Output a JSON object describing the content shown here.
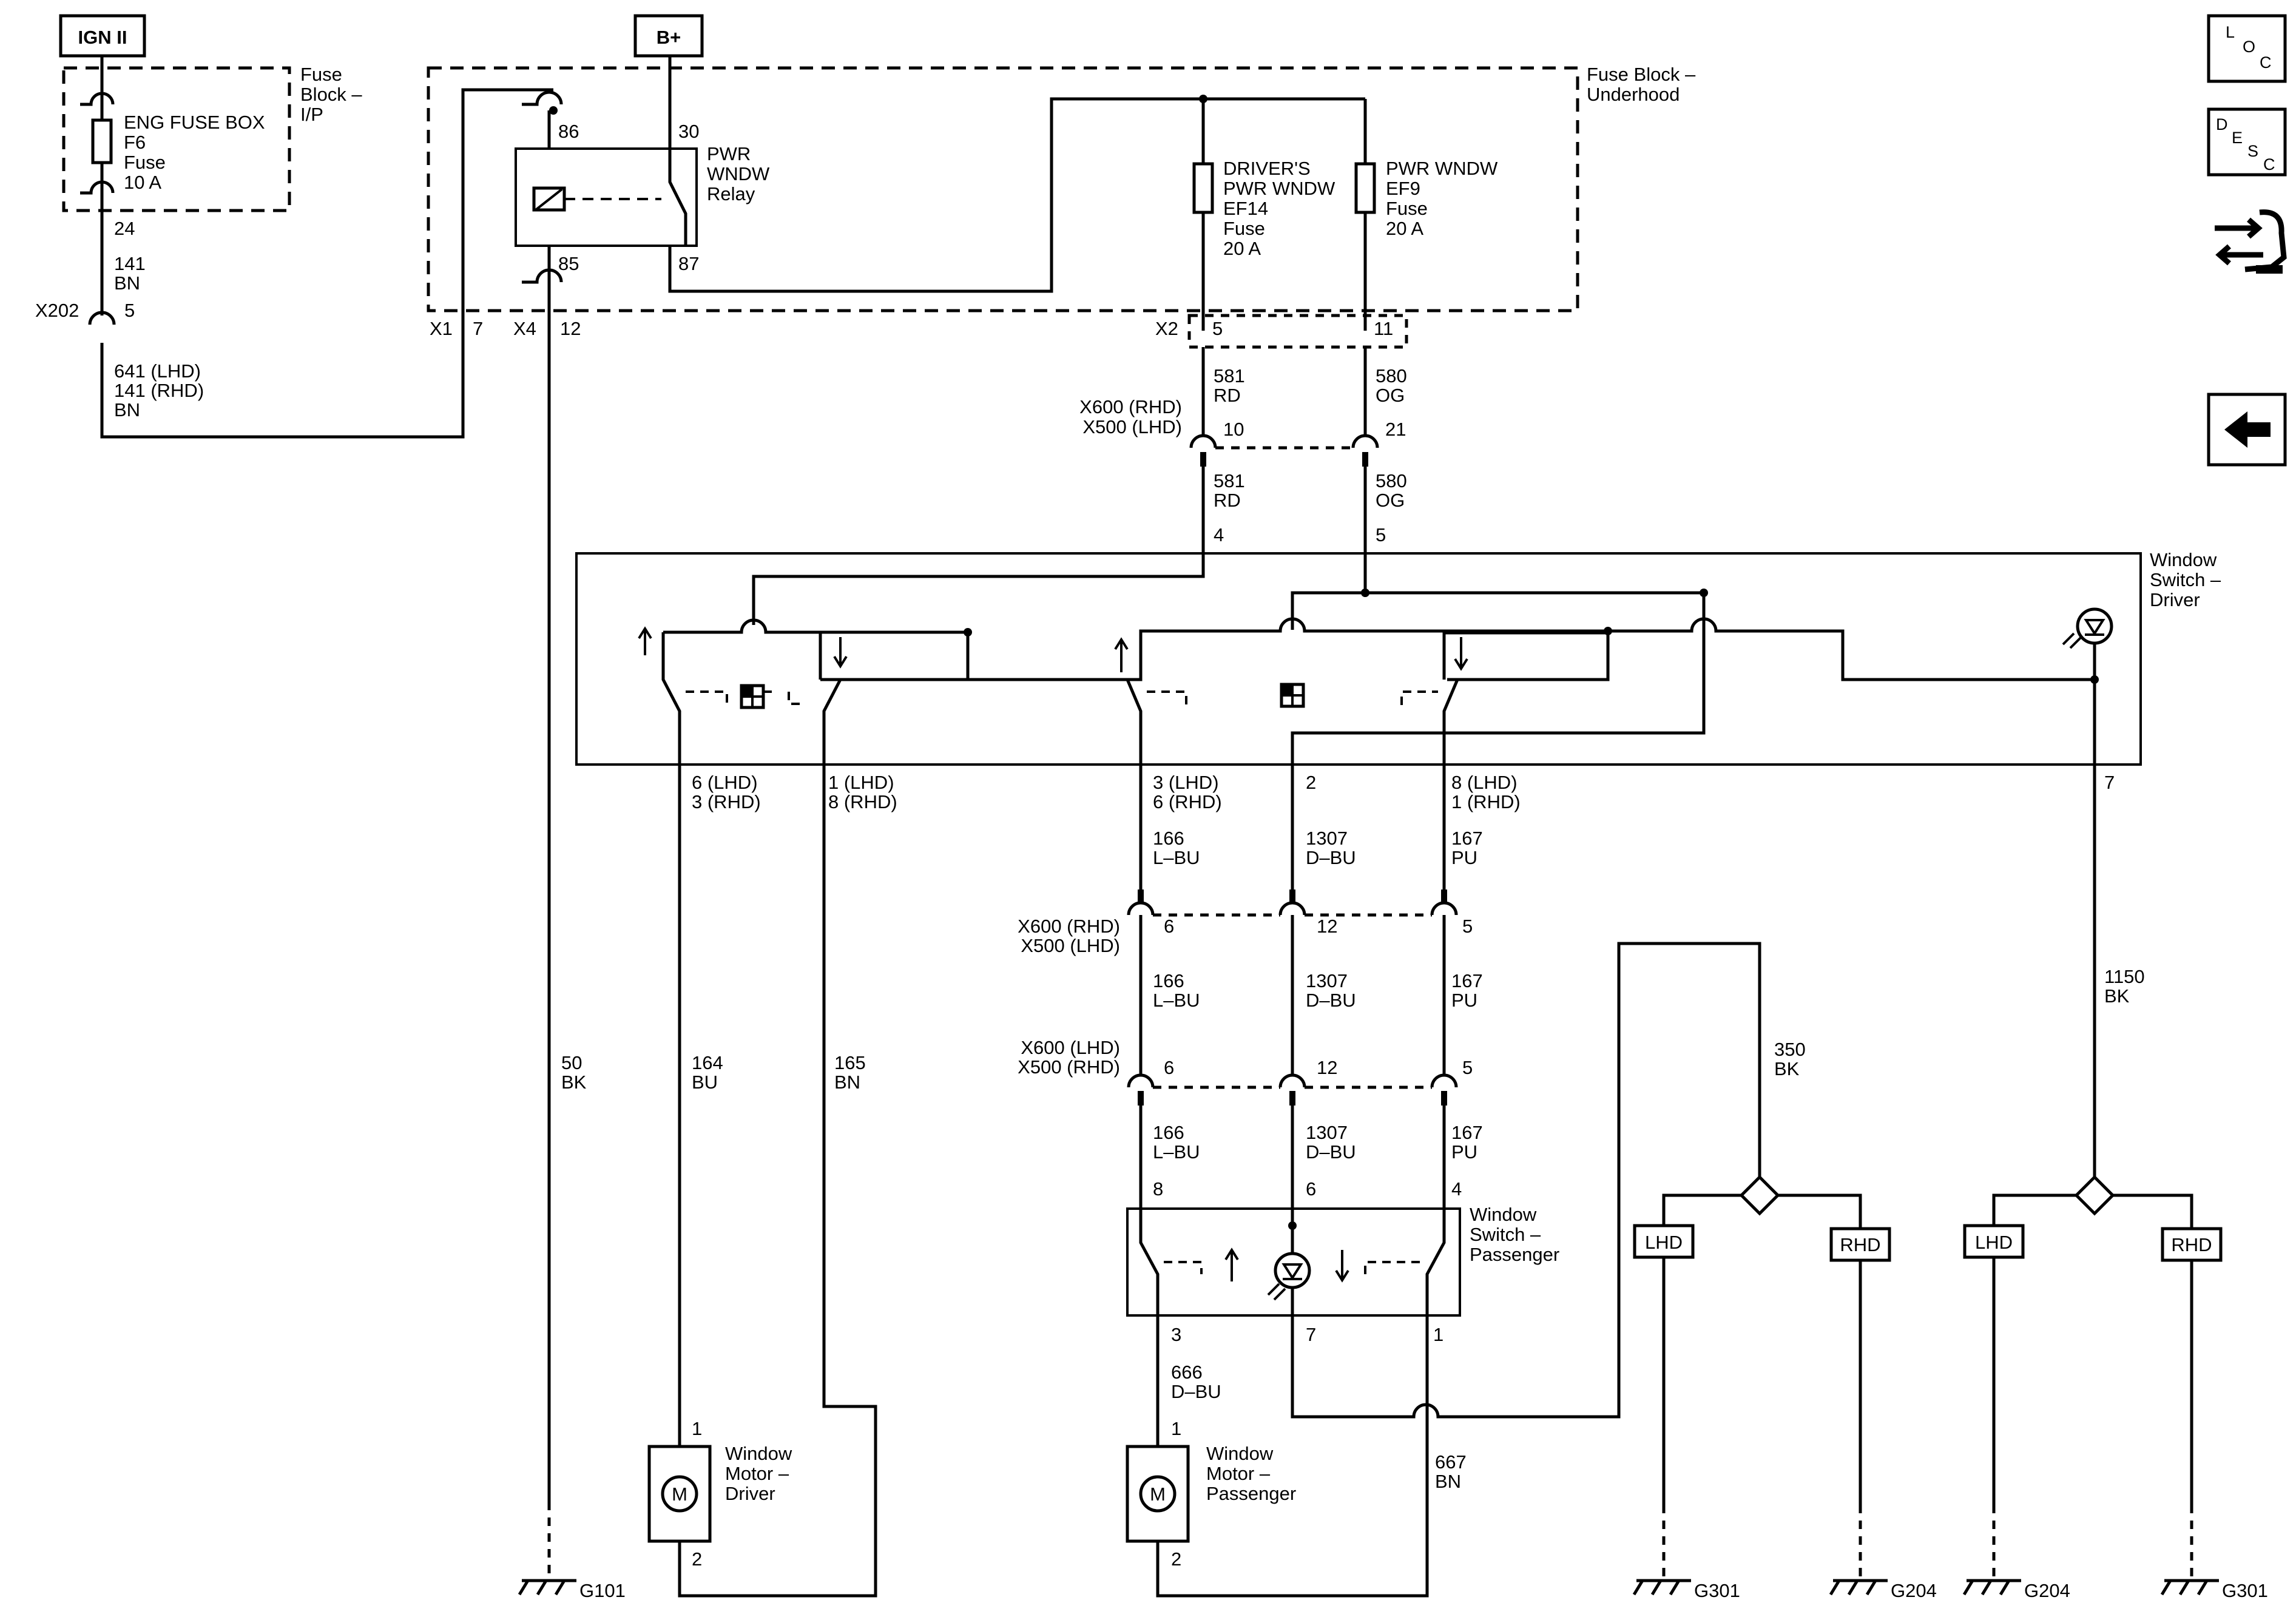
{
  "labels": {
    "ign": "IGN II",
    "bplus": "B+",
    "fb_ip_1": "Fuse",
    "fb_ip_2": "Block –",
    "fb_ip_3": "I/P",
    "fb_uh_1": "Fuse Block –",
    "fb_uh_2": "Underhood",
    "engfuse_1": "ENG FUSE BOX",
    "engfuse_2": "F6",
    "engfuse_3": "Fuse",
    "engfuse_4": "10 A",
    "relay_1": "PWR",
    "relay_2": "WNDW",
    "relay_3": "Relay",
    "ef14_1": "DRIVER'S",
    "ef14_2": "PWR WNDW",
    "ef14_3": "EF14",
    "ef14_4": "Fuse",
    "ef14_5": "20 A",
    "ef9_1": "PWR WNDW",
    "ef9_2": "EF9",
    "ef9_3": "Fuse",
    "ef9_4": "20 A",
    "sw_drv_1": "Window",
    "sw_drv_2": "Switch –",
    "sw_drv_3": "Driver",
    "sw_pass_1": "Window",
    "sw_pass_2": "Switch –",
    "sw_pass_3": "Passenger",
    "mot_drv_1": "Window",
    "mot_drv_2": "Motor –",
    "mot_drv_3": "Driver",
    "mot_pass_1": "Window",
    "mot_pass_2": "Motor –",
    "mot_pass_3": "Passenger",
    "motor_m": "M"
  },
  "pins": {
    "p86": "86",
    "p30": "30",
    "p85": "85",
    "p87": "87",
    "p24": "24",
    "x202": "X202",
    "x202_pin": "5",
    "x1": "X1",
    "x1_pin": "7",
    "x4": "X4",
    "x4_pin": "12",
    "x2": "X2",
    "x2_pin5": "5",
    "x2_pin11": "11",
    "sw4": "4",
    "sw5": "5",
    "sw7": "7",
    "sw2": "2",
    "sw6_lhd": "6 (LHD)",
    "sw3_rhd": "3 (RHD)",
    "sw1_lhd": "1 (LHD)",
    "sw8_rhd": "8 (RHD)",
    "sw3_lhd": "3 (LHD)",
    "sw6_rhd": "6 (RHD)",
    "sw8_lhd": "8 (LHD)",
    "sw1_rhd": "1 (RHD)",
    "pc_10": "10",
    "pc_21": "21",
    "pc_6a": "6",
    "pc_12a": "12",
    "pc_5a": "5",
    "pc_6b": "6",
    "pc_12b": "12",
    "pc_5b": "5",
    "ps_8": "8",
    "ps_6": "6",
    "ps_4": "4",
    "ps_3": "3",
    "ps_7": "7",
    "ps_1": "1",
    "md_1": "1",
    "md_2": "2",
    "mp_1": "1",
    "mp_2": "2"
  },
  "connectors": {
    "c1_a": "X600 (RHD)",
    "c1_b": "X500 (LHD)",
    "c2_a": "X600 (RHD)",
    "c2_b": "X500 (LHD)",
    "c3_a": "X600 (LHD)",
    "c3_b": "X500 (RHD)"
  },
  "wires": {
    "w141_n": "141",
    "w141_c": "BN",
    "w641_a": "641 (LHD)",
    "w641_b": "141 (RHD)",
    "w641_c": "BN",
    "w581a_n": "581",
    "w581a_c": "RD",
    "w580a_n": "580",
    "w580a_c": "OG",
    "w581b_n": "581",
    "w581b_c": "RD",
    "w580b_n": "580",
    "w580b_c": "OG",
    "w166a_n": "166",
    "w166a_c": "L–BU",
    "w1307a_n": "1307",
    "w1307a_c": "D–BU",
    "w167a_n": "167",
    "w167a_c": "PU",
    "w166b_n": "166",
    "w166b_c": "L–BU",
    "w1307b_n": "1307",
    "w1307b_c": "D–BU",
    "w167b_n": "167",
    "w167b_c": "PU",
    "w166c_n": "166",
    "w166c_c": "L–BU",
    "w1307c_n": "1307",
    "w1307c_c": "D–BU",
    "w167c_n": "167",
    "w167c_c": "PU",
    "w50_n": "50",
    "w50_c": "BK",
    "w164_n": "164",
    "w164_c": "BU",
    "w165_n": "165",
    "w165_c": "BN",
    "w350_n": "350",
    "w350_c": "BK",
    "w1150_n": "1150",
    "w1150_c": "BK",
    "w666_n": "666",
    "w666_c": "D–BU",
    "w667_n": "667",
    "w667_c": "BN"
  },
  "variants": {
    "lhd_1": "LHD",
    "rhd_1": "RHD",
    "lhd_2": "LHD",
    "rhd_2": "RHD"
  },
  "grounds": {
    "g101": "G101",
    "g301a": "G301",
    "g204a": "G204",
    "g204b": "G204",
    "g301b": "G301"
  },
  "nav": {
    "loc_l": "L",
    "loc_o": "O",
    "loc_c": "C",
    "desc_d": "D",
    "desc_e": "E",
    "desc_s": "S",
    "desc_c": "C",
    "connector_icon": "connector-wrench-icon",
    "back_icon": "back-arrow-icon"
  }
}
